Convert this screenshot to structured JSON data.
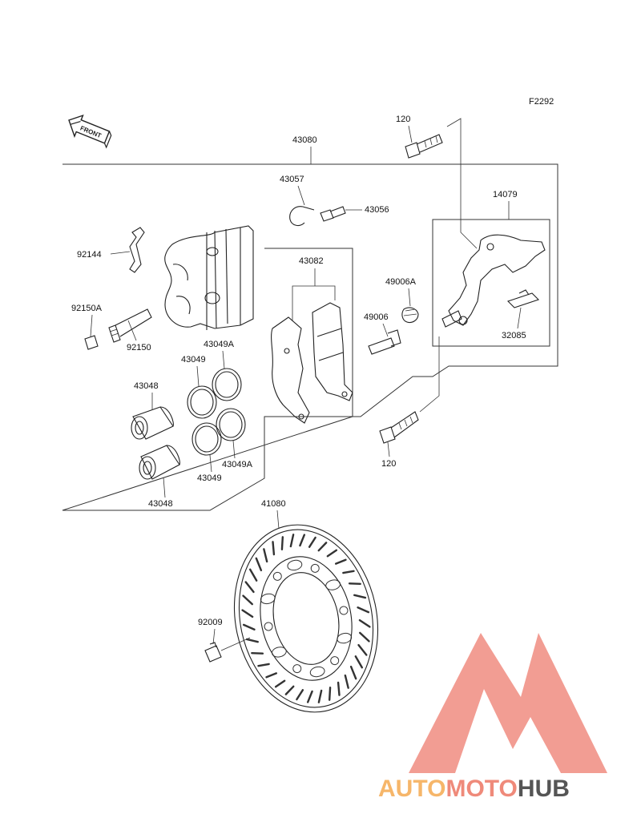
{
  "figure_code": "F2292",
  "front_arrow_text": "FRONT",
  "labels": {
    "l43080": "43080",
    "l120_top": "120",
    "l43057": "43057",
    "l43056": "43056",
    "l14079": "14079",
    "l92144": "92144",
    "l43082": "43082",
    "l49006A": "49006A",
    "l92150A": "92150A",
    "l49006": "49006",
    "l32085": "32085",
    "l92150": "92150",
    "l43049A_top": "43049A",
    "l43049_top": "43049",
    "l43048_top": "43048",
    "l120_bottom": "120",
    "l43049A_bottom": "43049A",
    "l43049_bottom": "43049",
    "l43048_bottom": "43048",
    "l41080": "41080",
    "l92009": "92009"
  },
  "watermark": {
    "part1": "AUTO",
    "part2": "MOTO",
    "part3": "HUB",
    "color1": "#f6b66a",
    "color2": "#ef8a7a",
    "color3": "#555555",
    "mark_color": "#f08c80"
  }
}
